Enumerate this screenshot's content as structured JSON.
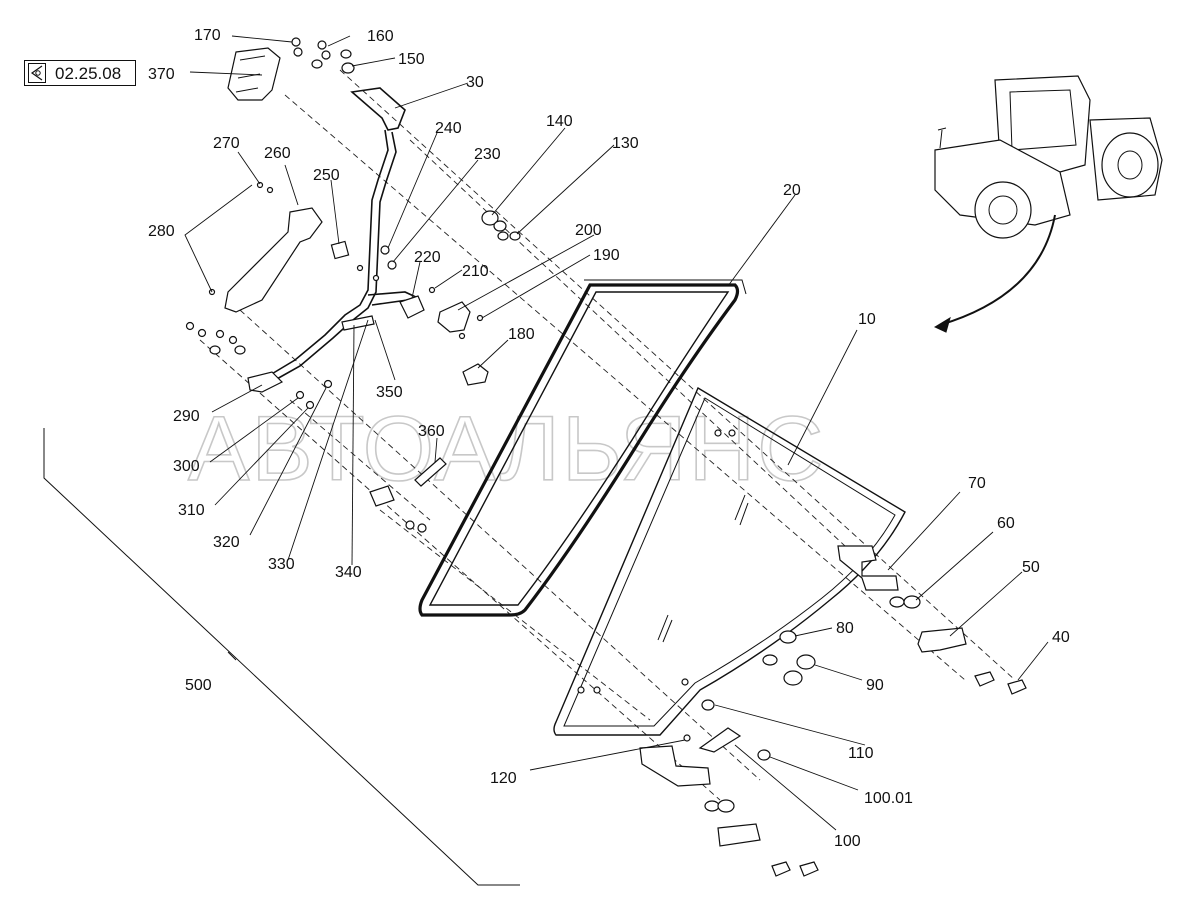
{
  "reference": {
    "code": "02.25.08",
    "icon": "view-reference-icon"
  },
  "watermark": "АВТОАЛЬЯНС",
  "callouts": {
    "c10": "10",
    "c20": "20",
    "c30": "30",
    "c40": "40",
    "c50": "50",
    "c60": "60",
    "c70": "70",
    "c80": "80",
    "c90": "90",
    "c100": "100",
    "c100_01": "100.01",
    "c110": "110",
    "c120": "120",
    "c130": "130",
    "c140": "140",
    "c150": "150",
    "c160": "160",
    "c170": "170",
    "c180": "180",
    "c190": "190",
    "c200": "200",
    "c210": "210",
    "c220": "220",
    "c230": "230",
    "c240": "240",
    "c250": "250",
    "c260": "260",
    "c270": "270",
    "c280": "280",
    "c290": "290",
    "c300": "300",
    "c310": "310",
    "c320": "320",
    "c330": "330",
    "c340": "340",
    "c350": "350",
    "c360": "360",
    "c370": "370",
    "c500": "500"
  },
  "colors": {
    "line": "#111111",
    "watermark": "#c8c8c8",
    "background": "#ffffff"
  }
}
